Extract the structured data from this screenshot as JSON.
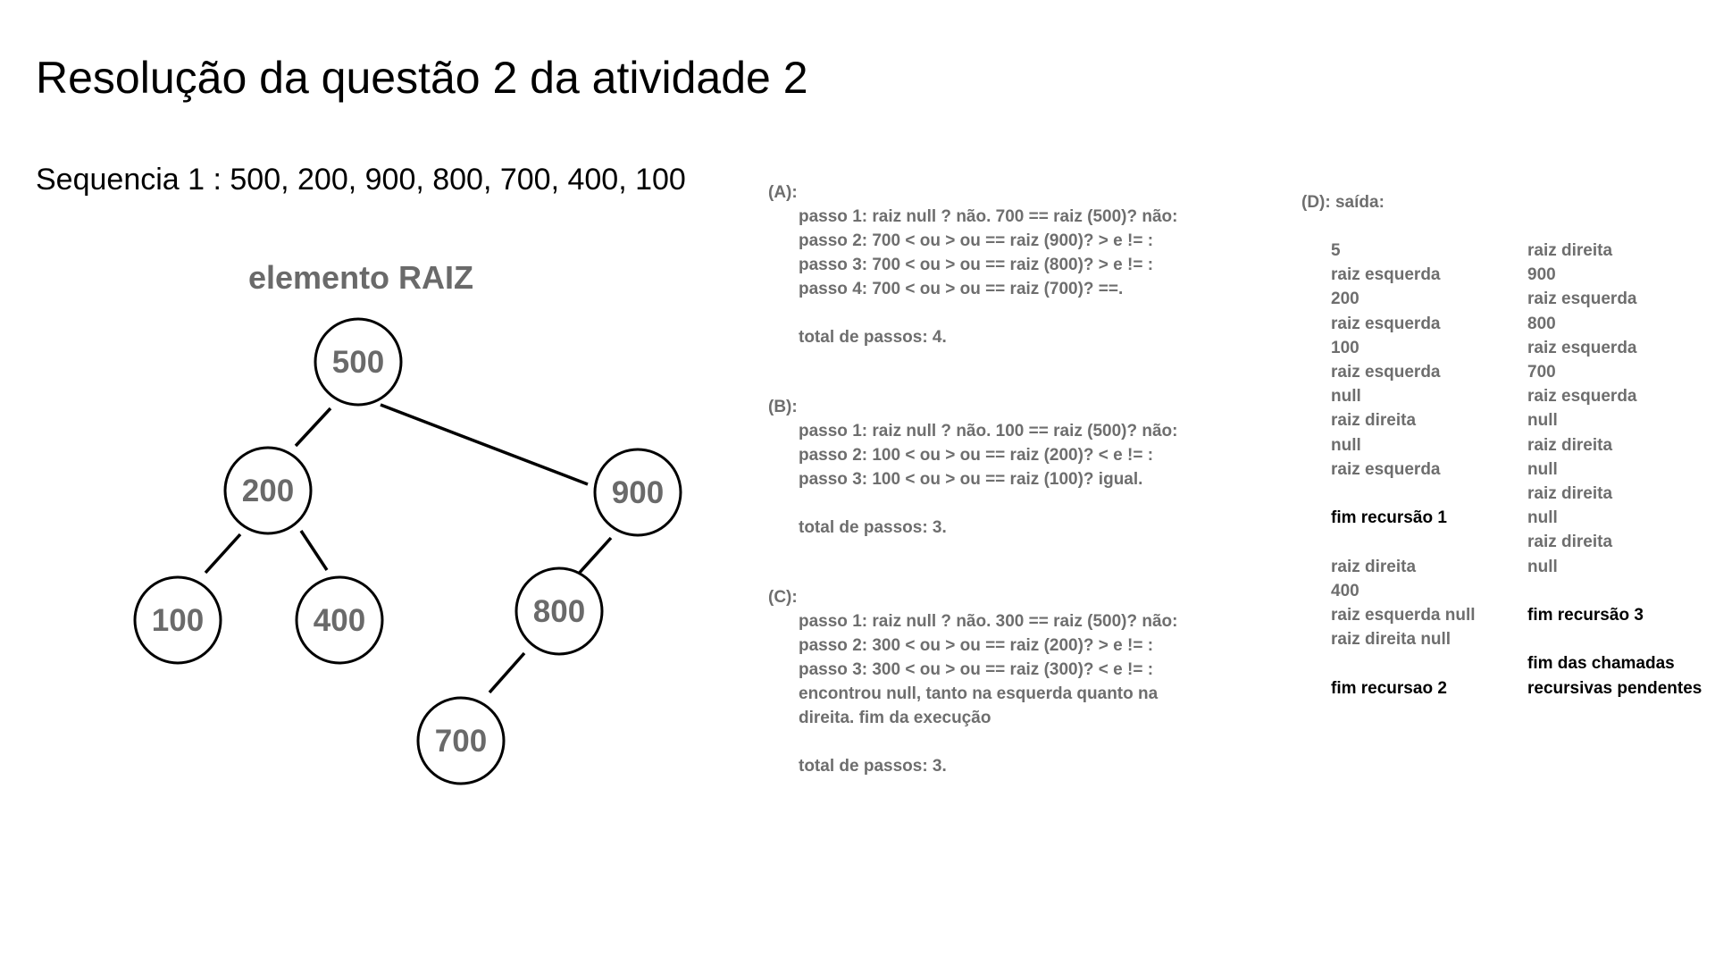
{
  "title": "Resolução da questão 2 da atividade 2",
  "sequence": "Sequencia 1 :  500, 200, 900, 800, 700, 400, 100",
  "tree": {
    "label": "elemento RAIZ",
    "nodes": [
      "500",
      "200",
      "900",
      "100",
      "400",
      "800",
      "700"
    ]
  },
  "part_a": {
    "header": "(A):",
    "steps": [
      "passo 1: raiz null ? não. 700 == raiz (500)? não:",
      "passo 2: 700 < ou > ou == raiz (900)? > e != :",
      "passo 3: 700 < ou > ou == raiz (800)? > e != :",
      "passo 4: 700 < ou > ou == raiz (700)? ==."
    ],
    "total": "total de passos:  4."
  },
  "part_b": {
    "header": "(B):",
    "steps": [
      "passo 1: raiz null ? não. 100 == raiz (500)? não:",
      "passo 2: 100 < ou > ou == raiz (200)? < e != :",
      "passo 3: 100 < ou > ou == raiz (100)? igual."
    ],
    "total": "total de passos:  3."
  },
  "part_c": {
    "header": "(C):",
    "steps": [
      "passo 1: raiz null ? não. 300 == raiz (500)? não:",
      "passo 2: 300 < ou > ou == raiz (200)? > e != :",
      "passo 3: 300 < ou > ou == raiz (300)? < e != :",
      "encontrou null, tanto na esquerda quanto na",
      "direita. fim da execução"
    ],
    "total": "total de passos:  3."
  },
  "part_d": {
    "header": "(D): saída:",
    "col1": {
      "group1": [
        "5",
        "raiz esquerda",
        "200",
        "raiz esquerda",
        "100",
        "raiz esquerda",
        "null",
        "raiz direita",
        "null",
        "raiz esquerda"
      ],
      "end1": "fim recursão 1",
      "group2": [
        "raiz direita",
        "400",
        "raiz esquerda null",
        "raiz direita null"
      ],
      "end2": "fim recursao 2"
    },
    "col2": {
      "group1": [
        "raiz direita",
        "900",
        "raiz esquerda",
        "800",
        "raiz esquerda",
        "700",
        "raiz esquerda",
        "null",
        "raiz direita",
        "null",
        "raiz direita",
        "null",
        "raiz direita",
        "null"
      ],
      "end3": "fim recursão 3",
      "end_final_line1": "fim das chamadas",
      "end_final_line2": "recursivas pendentes"
    }
  }
}
